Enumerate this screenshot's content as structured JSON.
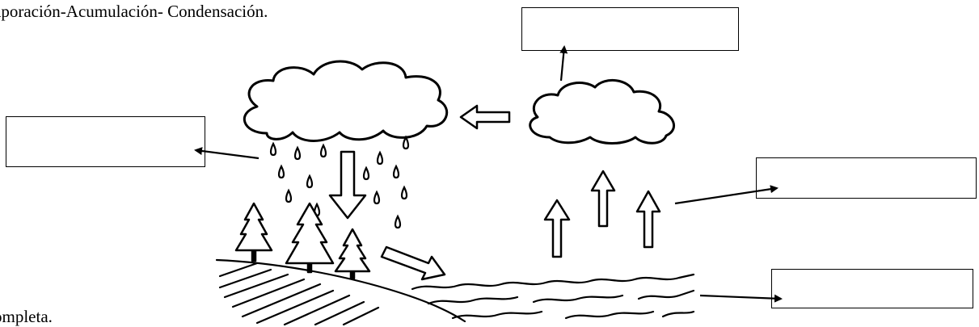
{
  "texts": {
    "instruction": "aporación-Acumulación- Condensación.",
    "bottom_fragment": "ompleta."
  },
  "answer_boxes": [
    {
      "name": "answer-box-top",
      "value": ""
    },
    {
      "name": "answer-box-left",
      "value": ""
    },
    {
      "name": "answer-box-right",
      "value": ""
    },
    {
      "name": "answer-box-bottom",
      "value": ""
    }
  ]
}
